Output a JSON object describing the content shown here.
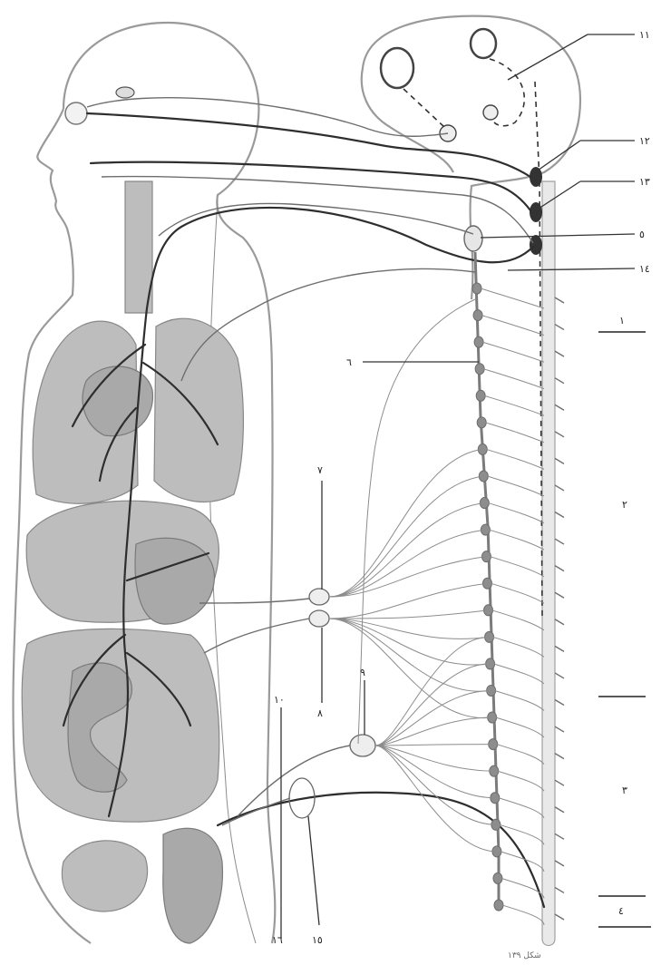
{
  "labels": {
    "l11": "١١",
    "l12": "١٢",
    "l13": "١٣",
    "l5": "٥",
    "l14": "١٤",
    "l6": "٦",
    "l7": "٧",
    "l8": "٨",
    "l9": "٩",
    "l10": "١٠",
    "l15": "١٥",
    "l16": "١٦"
  },
  "regions": {
    "r1": "١",
    "r2": "٢",
    "r3": "٣",
    "r4": "٤"
  },
  "caption": "شكل ١٣٩"
}
